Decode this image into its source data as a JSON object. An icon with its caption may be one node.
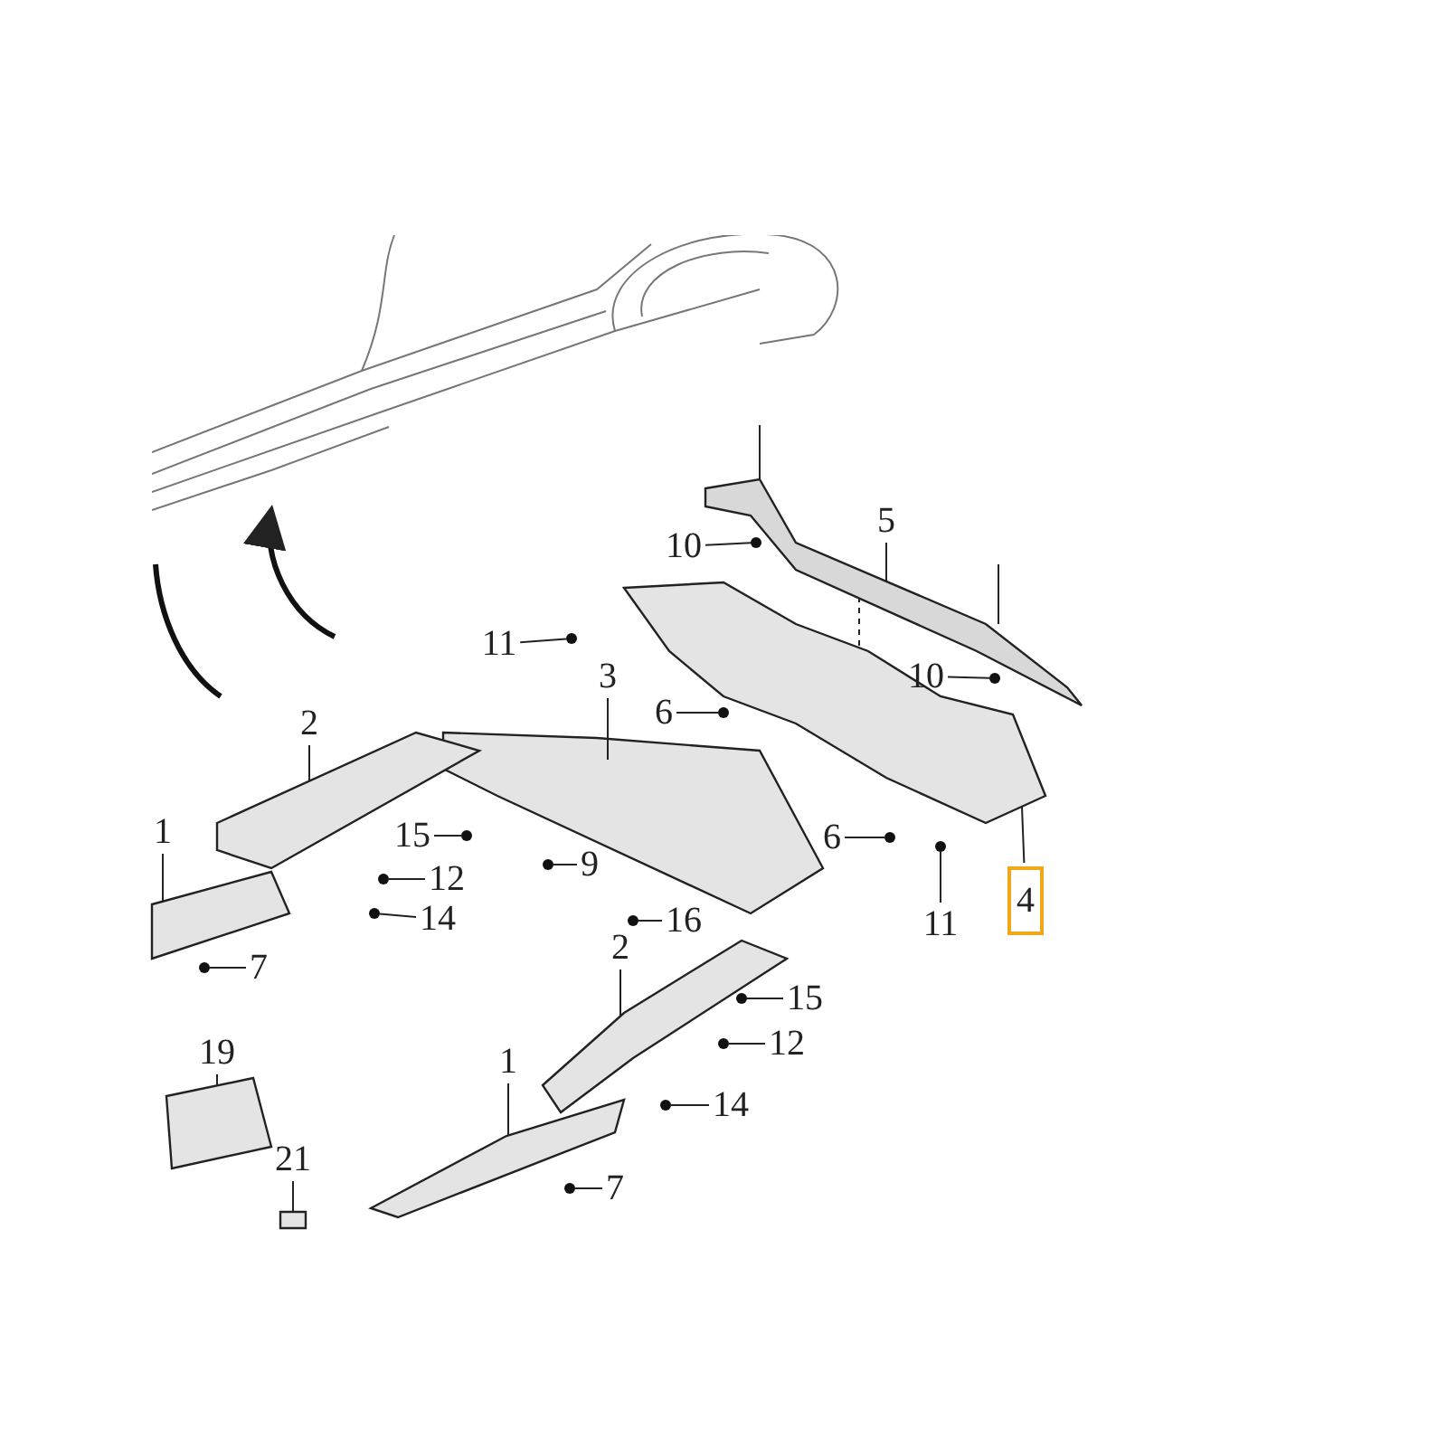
{
  "diagram": {
    "nodes": [
      {
        "text": [
          "10"
        ]
      },
      {
        "text": [
          "5"
        ]
      },
      {
        "text": [
          "11"
        ]
      },
      {
        "text": [
          "3"
        ]
      },
      {
        "text": [
          "10"
        ]
      },
      {
        "text": [
          "2"
        ]
      },
      {
        "text": [
          "6"
        ]
      },
      {
        "text": [
          "1"
        ]
      },
      {
        "text": [
          "15"
        ]
      },
      {
        "text": [
          "6"
        ]
      },
      {
        "text": [
          "9"
        ]
      },
      {
        "text": [
          "12"
        ]
      },
      {
        "text": [
          "4"
        ]
      },
      {
        "text": [
          "11"
        ]
      },
      {
        "text": [
          "14"
        ]
      },
      {
        "text": [
          "16"
        ]
      },
      {
        "text": [
          "7"
        ]
      },
      {
        "text": [
          "2"
        ]
      },
      {
        "text": [
          "15"
        ]
      },
      {
        "text": [
          "12"
        ]
      },
      {
        "text": [
          "19"
        ]
      },
      {
        "text": [
          "1"
        ]
      },
      {
        "text": [
          "14"
        ]
      },
      {
        "text": [
          "21"
        ]
      },
      {
        "text": [
          "7"
        ]
      },
      {
        "text": [],
        "shape": "picture"
      },
      {
        "text": [],
        "shape": "picture"
      },
      {
        "text": [],
        "shape": "picture"
      },
      {
        "text": [],
        "shape": "picture"
      },
      {
        "text": [],
        "shape": "picture"
      },
      {
        "text": [],
        "shape": "picture"
      },
      {
        "text": [],
        "shape": "picture"
      },
      {
        "text": [],
        "shape": "picture"
      },
      {
        "text": [],
        "shape": "box"
      },
      {
        "text": [],
        "shape": "circle"
      },
      {
        "text": [],
        "shape": "circle"
      },
      {
        "text": [],
        "shape": "circle"
      },
      {
        "text": [],
        "shape": "circle"
      },
      {
        "text": [],
        "shape": "circle"
      },
      {
        "text": [],
        "shape": "circle"
      },
      {
        "text": [],
        "shape": "circle"
      },
      {
        "text": [],
        "shape": "circle"
      },
      {
        "text": [],
        "shape": "circle"
      },
      {
        "text": [],
        "shape": "circle"
      },
      {
        "text": [],
        "shape": "circle"
      },
      {
        "text": [],
        "shape": "circle"
      },
      {
        "text": [],
        "shape": "circle"
      },
      {
        "text": [],
        "shape": "circle"
      },
      {
        "text": [],
        "shape": "circle"
      },
      {
        "text": [],
        "shape": "circle"
      }
    ],
    "edges": [
      {
        "from": 0,
        "to": 34,
        "arrow": "none"
      },
      {
        "from": 1,
        "to": 25,
        "arrow": "none"
      },
      {
        "from": 2,
        "to": 35,
        "arrow": "none"
      },
      {
        "from": 3,
        "to": 27,
        "arrow": "none"
      },
      {
        "from": 4,
        "to": 36,
        "arrow": "none"
      },
      {
        "from": 5,
        "to": 28,
        "arrow": "none"
      },
      {
        "from": 6,
        "to": 37,
        "arrow": "none"
      },
      {
        "from": 7,
        "to": 29,
        "arrow": "none"
      },
      {
        "from": 8,
        "to": 38,
        "arrow": "none"
      },
      {
        "from": 9,
        "to": 39,
        "arrow": "none"
      },
      {
        "from": 10,
        "to": 40,
        "arrow": "none"
      },
      {
        "from": 11,
        "to": 41,
        "arrow": "none"
      },
      {
        "from": 12,
        "to": 26,
        "arrow": "none"
      },
      {
        "from": 13,
        "to": 42,
        "arrow": "none"
      },
      {
        "from": 14,
        "to": 43,
        "arrow": "none"
      },
      {
        "from": 15,
        "to": 44,
        "arrow": "none"
      },
      {
        "from": 16,
        "to": 45,
        "arrow": "none"
      },
      {
        "from": 17,
        "to": 30,
        "arrow": "none"
      },
      {
        "from": 18,
        "to": 46,
        "arrow": "none"
      },
      {
        "from": 19,
        "to": 47,
        "arrow": "none"
      },
      {
        "from": 20,
        "to": 32,
        "arrow": "none"
      },
      {
        "from": 21,
        "to": 31,
        "arrow": "none"
      },
      {
        "from": 22,
        "to": 48,
        "arrow": "none"
      },
      {
        "from": 23,
        "to": 33,
        "arrow": "none"
      },
      {
        "from": 24,
        "to": 49,
        "arrow": "none"
      }
    ]
  }
}
